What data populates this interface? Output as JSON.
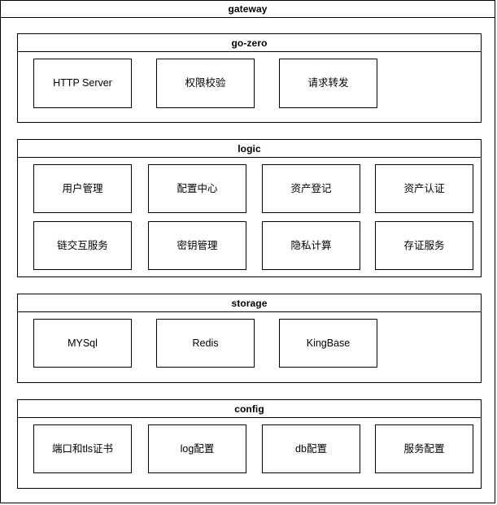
{
  "diagram": {
    "type": "nested-block-architecture",
    "root": {
      "title": "gateway"
    },
    "panels": [
      {
        "id": "gozero",
        "title": "go-zero",
        "nodes": [
          {
            "label": "HTTP Server"
          },
          {
            "label": "权限校验"
          },
          {
            "label": "请求转发"
          }
        ]
      },
      {
        "id": "logic",
        "title": "logic",
        "nodes": [
          {
            "label": "用户管理"
          },
          {
            "label": "配置中心"
          },
          {
            "label": "资产登记"
          },
          {
            "label": "资产认证"
          },
          {
            "label": "链交互服务"
          },
          {
            "label": "密钥管理"
          },
          {
            "label": "隐私计算"
          },
          {
            "label": "存证服务"
          }
        ]
      },
      {
        "id": "storage",
        "title": "storage",
        "nodes": [
          {
            "label": "MYSql"
          },
          {
            "label": "Redis"
          },
          {
            "label": "KingBase"
          }
        ]
      },
      {
        "id": "config",
        "title": "config",
        "nodes": [
          {
            "label": "端口和tls证书"
          },
          {
            "label": "log配置"
          },
          {
            "label": "db配置"
          },
          {
            "label": "服务配置"
          }
        ]
      }
    ],
    "style": {
      "background": "#ffffff",
      "stroke": "#000000",
      "text": "#000000"
    }
  }
}
